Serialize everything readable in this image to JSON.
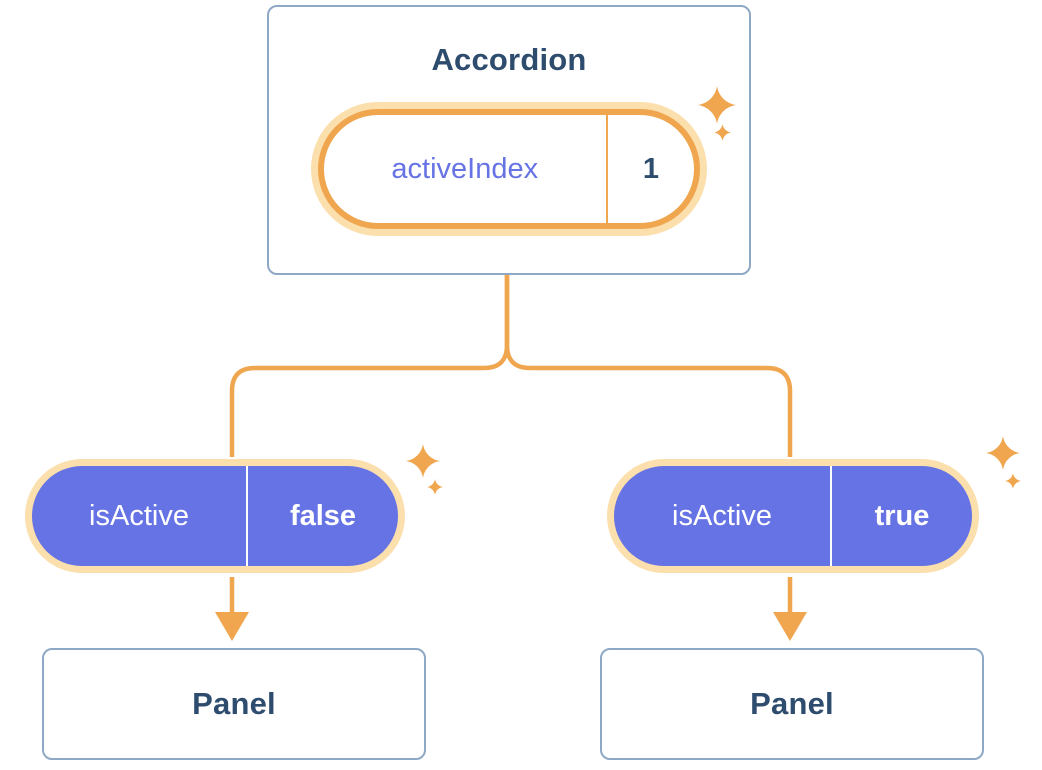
{
  "colors": {
    "orange": "#F0A64F",
    "orange_glow": "#FBDFAD",
    "purple": "#6673E4",
    "navy": "#2E4C6E",
    "card_border": "#8FA8C5",
    "card_background": "#FFFFFF"
  },
  "icons": {
    "sparkle": "four-point-star"
  },
  "accordion": {
    "title": "Accordion",
    "state_pill": {
      "label": "activeIndex",
      "value": "1"
    }
  },
  "branches": [
    {
      "prop_pill": {
        "label": "isActive",
        "value": "false"
      },
      "panel_title": "Panel"
    },
    {
      "prop_pill": {
        "label": "isActive",
        "value": "true"
      },
      "panel_title": "Panel"
    }
  ]
}
